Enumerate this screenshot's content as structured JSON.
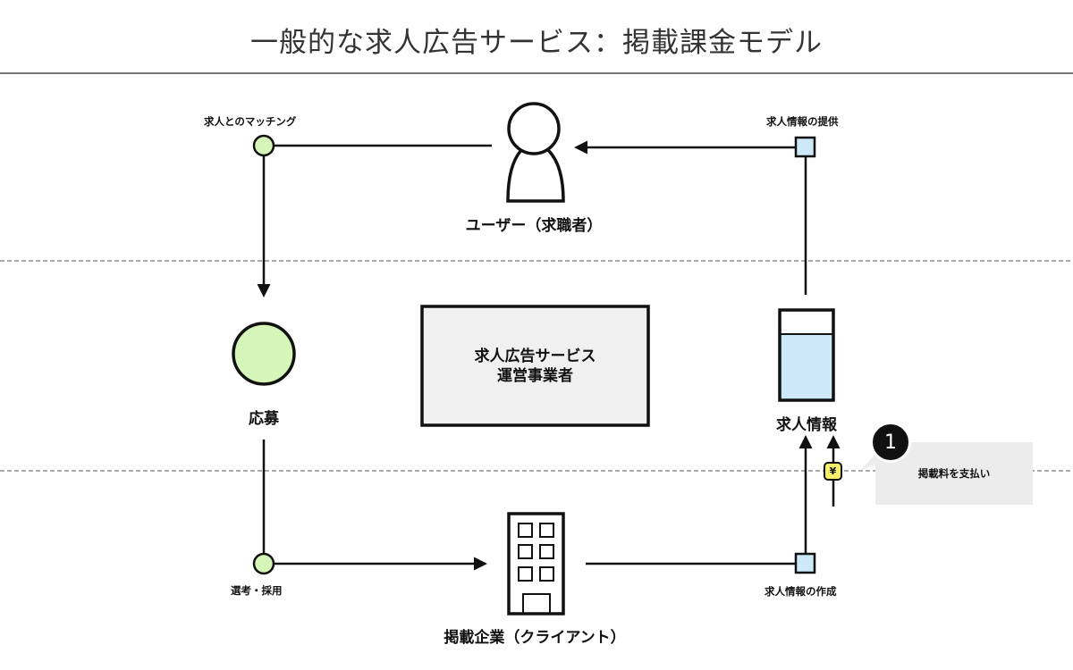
{
  "title": "一般的な求人広告サービス：掲載課金モデル",
  "nodes": {
    "user": {
      "label": "ユーザー（求職者）",
      "icon": "person-icon"
    },
    "operator": {
      "label_line1": "求人広告サービス",
      "label_line2": "運営事業者"
    },
    "apply": {
      "label": "応募",
      "icon": "circle-node-icon"
    },
    "job_info": {
      "label": "求人情報",
      "icon": "document-icon"
    },
    "client": {
      "label": "掲載企業（クライアント）",
      "icon": "building-icon"
    }
  },
  "steps": {
    "matching": "求人とのマッチング",
    "provide": "求人情報の提供",
    "selection": "選考・採用",
    "create": "求人情報の作成"
  },
  "callout": {
    "number": "1",
    "text": "掲載料を支払い",
    "currency_symbol": "¥"
  },
  "colors": {
    "green_node": "#d6f5b8",
    "blue_node": "#cde8f7",
    "yen_badge": "#f5ef6a",
    "operator_box": "#f0f0f0",
    "callout_bg": "#ececec"
  }
}
